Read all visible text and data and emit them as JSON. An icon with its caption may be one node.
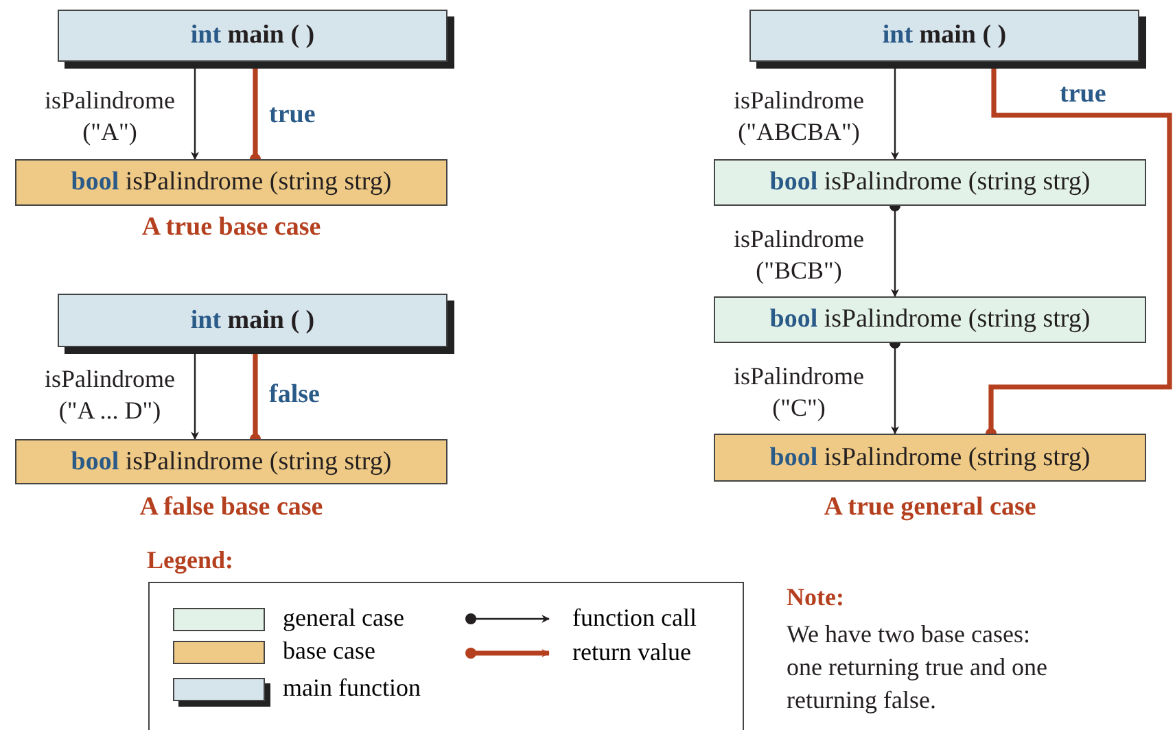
{
  "diagram": {
    "nodes": [
      {
        "text": [
          "**int** main ( )"
        ]
      },
      {
        "text": [
          "**bool** isPalindrome (string strg)"
        ],
        "beside": [
          "A true base case"
        ]
      },
      {
        "text": [
          "**int** main ( )"
        ]
      },
      {
        "text": [
          "**bool** isPalindrome (string strg)"
        ],
        "beside": [
          "A false base case"
        ]
      },
      {
        "text": [
          "**int** main ( )"
        ]
      },
      {
        "text": [
          "**bool** isPalindrome (string strg)"
        ]
      },
      {
        "text": [
          "**bool** isPalindrome (string strg)"
        ]
      },
      {
        "text": [
          "**bool** isPalindrome (string strg)"
        ],
        "beside": [
          "A true general case"
        ]
      }
    ],
    "edges": [
      {
        "from": 0,
        "to": 1,
        "arrow": "to",
        "label": "isPalindrome (\"A\")"
      },
      {
        "from": 1,
        "to": 0,
        "arrow": "to",
        "label": "true",
        "style": "thick",
        "color": "#b5401f"
      },
      {
        "from": 2,
        "to": 3,
        "arrow": "to",
        "label": "isPalindrome (\"A ... D\")"
      },
      {
        "from": 3,
        "to": 2,
        "arrow": "to",
        "label": "false",
        "style": "thick",
        "color": "#b5401f"
      },
      {
        "from": 4,
        "to": 5,
        "arrow": "to",
        "label": "isPalindrome (\"ABCBA\")"
      },
      {
        "from": 5,
        "to": 6,
        "arrow": "to",
        "label": "isPalindrome (\"BCB\")"
      },
      {
        "from": 6,
        "to": 7,
        "arrow": "to",
        "label": "isPalindrome (\"C\")"
      },
      {
        "from": 7,
        "to": 4,
        "arrow": "to",
        "label": "true",
        "style": "thick",
        "color": "#b5401f"
      }
    ],
    "labels": [
      "Legend:",
      "Note:",
      "We have two base cases: one returning true and one returning false."
    ],
    "legend": [
      {
        "text": "general case",
        "color": "#e2f2e8"
      },
      {
        "text": "base case",
        "color": "#efca86"
      },
      {
        "text": "main function",
        "color": "#d6e4ec"
      },
      {
        "text": "function call"
      },
      {
        "text": "return value"
      }
    ]
  }
}
